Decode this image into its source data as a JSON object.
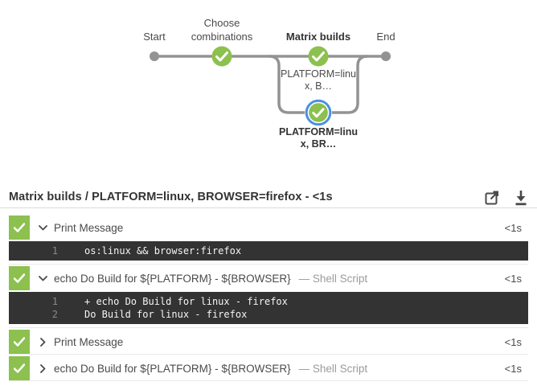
{
  "colors": {
    "success_green": "#8CC04F",
    "edge_gray": "#949393",
    "selected_blue": "#4A90E2",
    "console_bg": "#333333",
    "console_text": "#F5F5F5",
    "line_number_gray": "#8A8A8A",
    "heading_dark": "#333333",
    "text_gray": "#4A4A4A",
    "muted_gray": "#9B9B9B",
    "divider_gray": "#DCDCDC"
  },
  "pipeline": {
    "stages": [
      {
        "name": "start",
        "lines": [
          "Start"
        ],
        "state": "terminal-dot"
      },
      {
        "name": "choose-combinations",
        "lines": [
          "Choose",
          "combinations"
        ],
        "state": "success"
      },
      {
        "name": "matrix-builds",
        "lines": [
          "Matrix builds"
        ],
        "state": "success",
        "emphasized": true
      },
      {
        "name": "end",
        "lines": [
          "End"
        ],
        "state": "terminal-dot"
      }
    ],
    "branches": [
      {
        "lines": [
          "PLATFORM=linu",
          "x, B…"
        ],
        "state": "success",
        "selected": false
      },
      {
        "lines": [
          "PLATFORM=linu",
          "x, BR…"
        ],
        "state": "success",
        "selected": true
      }
    ]
  },
  "result_header": {
    "title": "Matrix builds / PLATFORM=linux, BROWSER=firefox - <1s",
    "icons": [
      "open-in-new-window",
      "download"
    ]
  },
  "steps": [
    {
      "label": "Print Message",
      "meta": "",
      "duration": "<1s",
      "status": "success",
      "expanded": true,
      "log": [
        {
          "n": "1",
          "text": "os:linux && browser:firefox"
        }
      ]
    },
    {
      "label": "echo Do Build for ${PLATFORM} - ${BROWSER}",
      "meta": "— Shell Script",
      "duration": "<1s",
      "status": "success",
      "expanded": true,
      "log": [
        {
          "n": "1",
          "text": "+ echo Do Build for linux - firefox"
        },
        {
          "n": "2",
          "text": "Do Build for linux - firefox"
        }
      ]
    },
    {
      "label": "Print Message",
      "meta": "",
      "duration": "<1s",
      "status": "success",
      "expanded": false,
      "log": []
    },
    {
      "label": "echo Do Build for ${PLATFORM} - ${BROWSER}",
      "meta": "— Shell Script",
      "duration": "<1s",
      "status": "success",
      "expanded": false,
      "log": []
    }
  ]
}
